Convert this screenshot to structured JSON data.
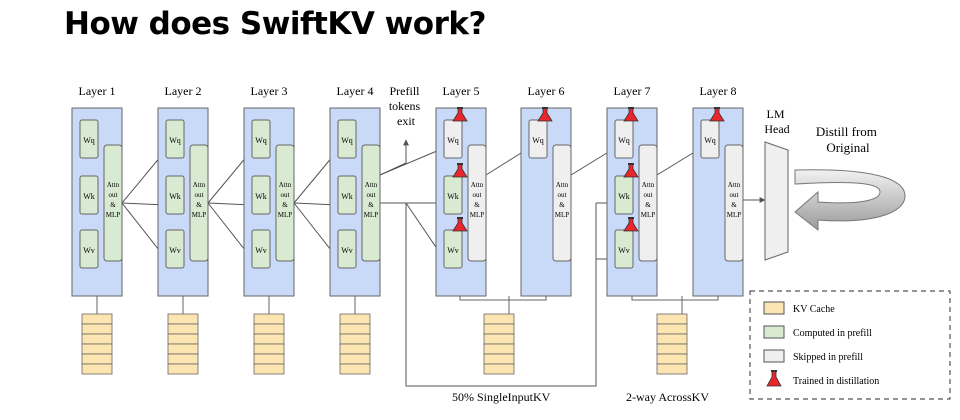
{
  "title": "How does SwiftKV work?",
  "layers": [
    {
      "label": "Layer 1",
      "kind": "prefill"
    },
    {
      "label": "Layer 2",
      "kind": "prefill"
    },
    {
      "label": "Layer 3",
      "kind": "prefill"
    },
    {
      "label": "Layer 4",
      "kind": "prefill"
    },
    {
      "label": "Layer 5",
      "kind": "skipped"
    },
    {
      "label": "Layer 6",
      "kind": "skipped"
    },
    {
      "label": "Layer 7",
      "kind": "skipped"
    },
    {
      "label": "Layer 8",
      "kind": "skipped"
    }
  ],
  "weights": {
    "wq": "Wq",
    "wk": "Wk",
    "wv": "Wv"
  },
  "attn_lines": [
    "Attn",
    "out",
    "&",
    "MLP"
  ],
  "prefill_exit_lines": [
    "Prefill",
    "tokens",
    "exit"
  ],
  "lm_head_lines": [
    "LM",
    "Head"
  ],
  "distill_lines": [
    "Distill from",
    "Original"
  ],
  "bottom_labels": {
    "single_input": "50% SingleInputKV",
    "across": "2-way AcrossKV"
  },
  "legend": {
    "kv_cache": "KV Cache",
    "computed": "Computed in prefill",
    "skipped": "Skipped in prefill",
    "trained": "Trained in distillation"
  },
  "colors": {
    "layer_fill": "#c9daf8",
    "computed_fill": "#d9ead3",
    "skipped_fill": "#efefef",
    "cache_fill": "#fce5b0",
    "flask_red": "#e8262b"
  }
}
